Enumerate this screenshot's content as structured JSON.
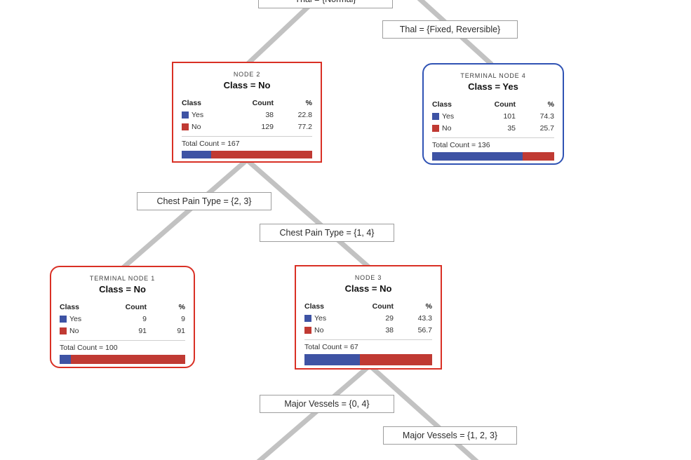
{
  "palette": {
    "class_yes": "#3E53A4",
    "class_no": "#C03A33",
    "border_red": "#D93025",
    "border_blue": "#3053B4",
    "edge": "#C2C2C2",
    "label_border": "#9E9E9E"
  },
  "columns": {
    "class": "Class",
    "count": "Count",
    "pct": "%"
  },
  "branch_labels": {
    "thal_normal": "Thal = {Normal}",
    "thal_fixed_reversible": "Thal = {Fixed, Reversible}",
    "chest_pain_2_3": "Chest Pain Type = {2, 3}",
    "chest_pain_1_4": "Chest Pain Type = {1, 4}",
    "major_vessels_0_4": "Major Vessels = {0, 4}",
    "major_vessels_1_2_3": "Major Vessels = {1, 2, 3}"
  },
  "nodes": {
    "node2": {
      "title": "NODE 2",
      "class_label": "Class = No",
      "rows": [
        {
          "label": "Yes",
          "count": "38",
          "pct": "22.8"
        },
        {
          "label": "No",
          "count": "129",
          "pct": "77.2"
        }
      ],
      "total": "Total Count = 167",
      "yes_pct": 22.8
    },
    "terminal4": {
      "title": "TERMINAL NODE 4",
      "class_label": "Class = Yes",
      "rows": [
        {
          "label": "Yes",
          "count": "101",
          "pct": "74.3"
        },
        {
          "label": "No",
          "count": "35",
          "pct": "25.7"
        }
      ],
      "total": "Total Count = 136",
      "yes_pct": 74.3
    },
    "terminal1": {
      "title": "TERMINAL NODE 1",
      "class_label": "Class = No",
      "rows": [
        {
          "label": "Yes",
          "count": "9",
          "pct": "9"
        },
        {
          "label": "No",
          "count": "91",
          "pct": "91"
        }
      ],
      "total": "Total Count = 100",
      "yes_pct": 9
    },
    "node3": {
      "title": "NODE 3",
      "class_label": "Class = No",
      "rows": [
        {
          "label": "Yes",
          "count": "29",
          "pct": "43.3"
        },
        {
          "label": "No",
          "count": "38",
          "pct": "56.7"
        }
      ],
      "total": "Total Count = 67",
      "yes_pct": 43.3
    }
  }
}
